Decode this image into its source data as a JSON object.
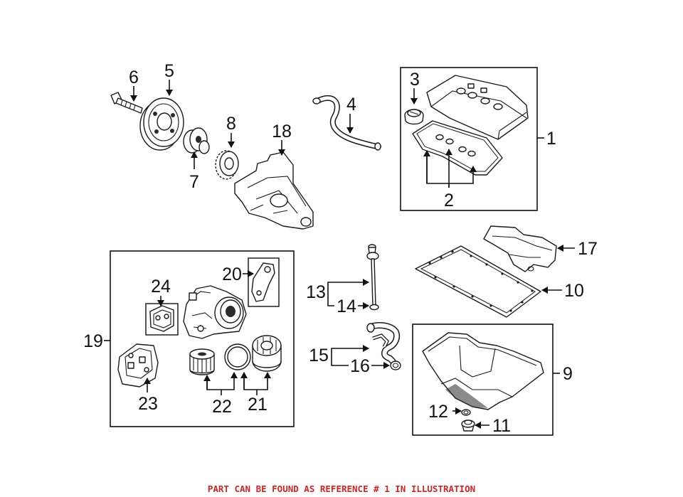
{
  "callouts": {
    "c1": "1",
    "c2": "2",
    "c3": "3",
    "c4": "4",
    "c5": "5",
    "c6": "6",
    "c7": "7",
    "c8": "8",
    "c9": "9",
    "c10": "10",
    "c11": "11",
    "c12": "12",
    "c13": "13",
    "c14": "14",
    "c15": "15",
    "c16": "16",
    "c17": "17",
    "c18": "18",
    "c19": "19",
    "c20": "20",
    "c21": "21",
    "c22": "22",
    "c23": "23",
    "c24": "24"
  },
  "caption": "PART CAN BE FOUND AS REFERENCE # 1 IN ILLUSTRATION",
  "colors": {
    "caption": "#c62828",
    "line": "#111111",
    "background": "#ffffff"
  }
}
